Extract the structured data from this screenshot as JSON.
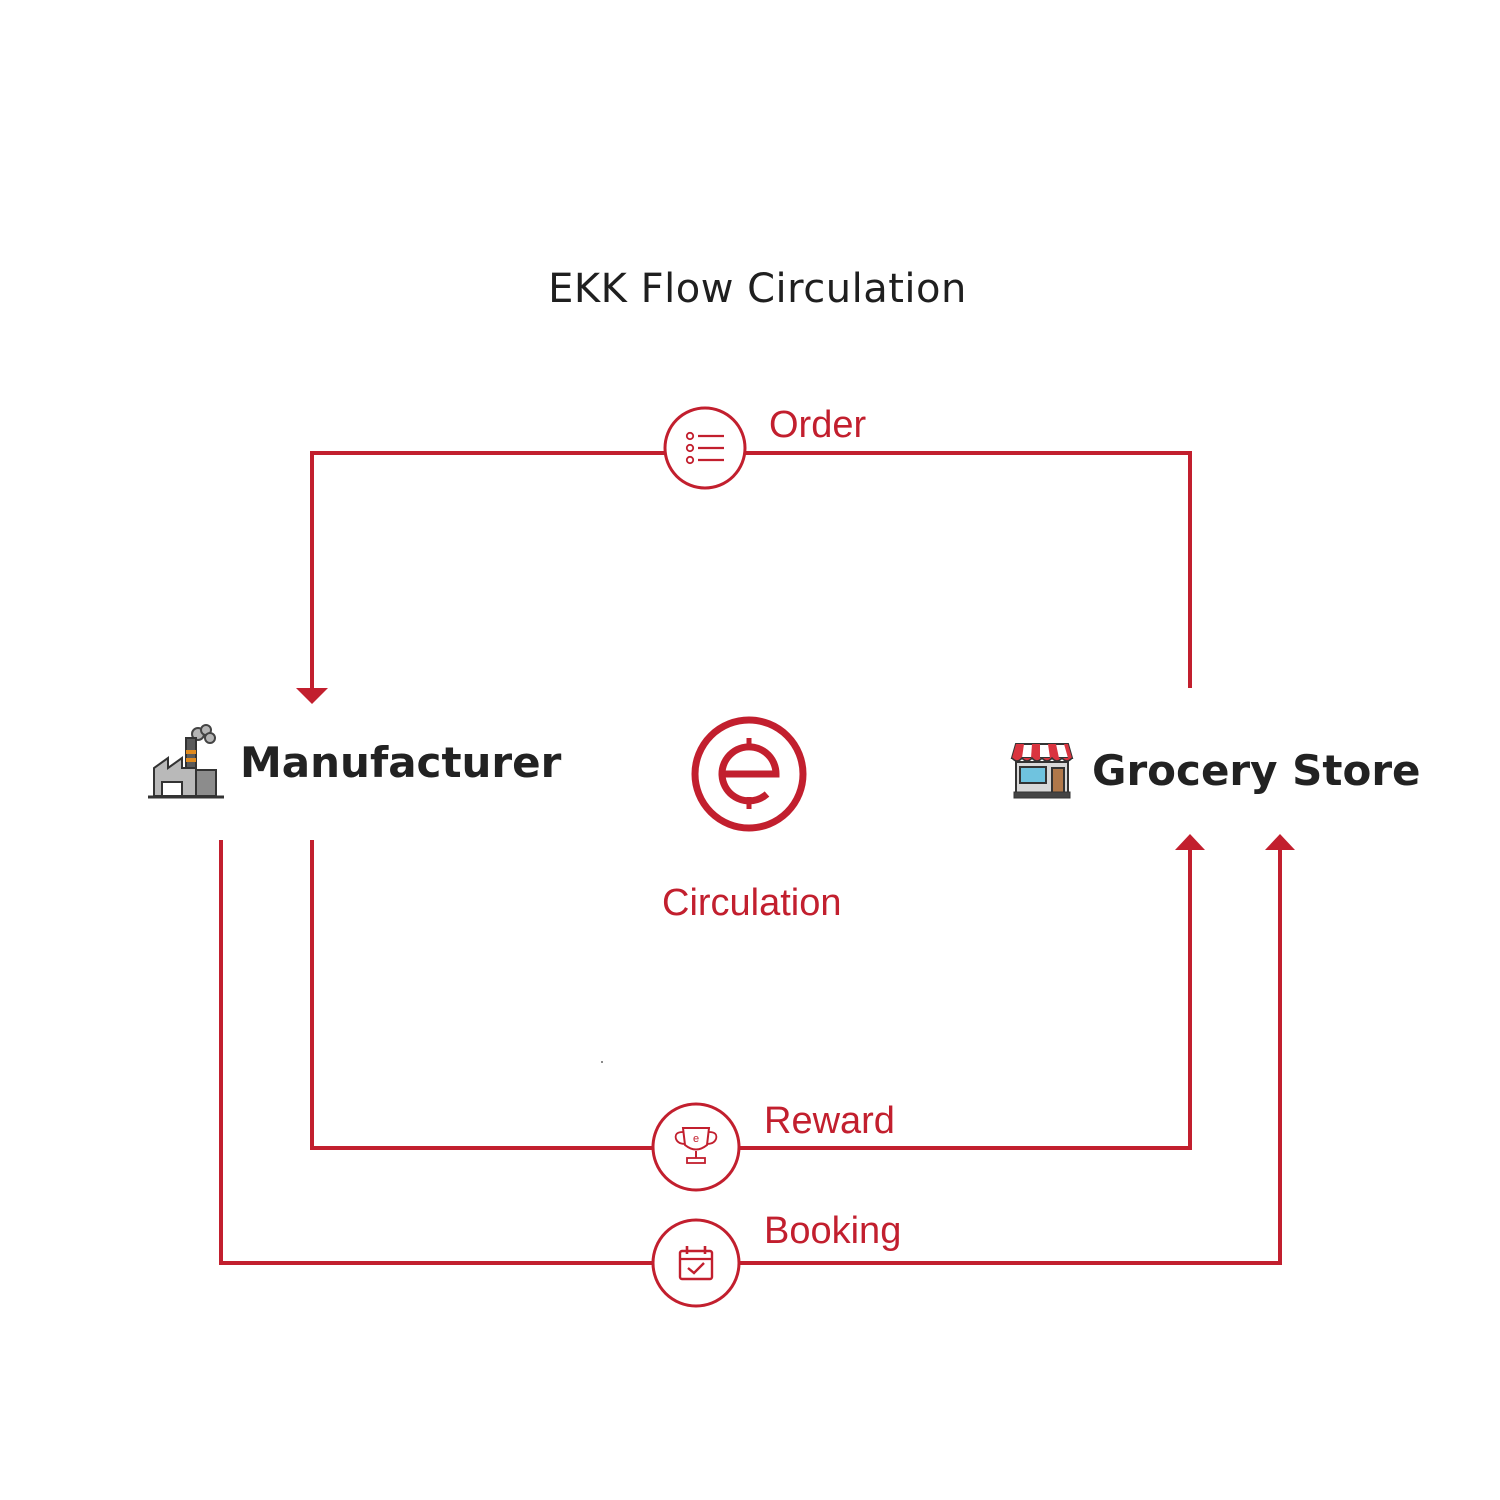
{
  "title": "EKK Flow Circulation",
  "colors": {
    "accent": "#c21f2e",
    "text": "#222222",
    "background": "#ffffff"
  },
  "center": {
    "label": "Circulation",
    "icon": "ekk-coin-icon"
  },
  "nodes": [
    {
      "id": "manufacturer",
      "label": "Manufacturer",
      "icon": "factory-icon"
    },
    {
      "id": "grocery_store",
      "label": "Grocery Store",
      "icon": "store-icon"
    }
  ],
  "flows": [
    {
      "id": "order",
      "label": "Order",
      "from": "Grocery Store",
      "to": "Manufacturer",
      "icon": "list-icon"
    },
    {
      "id": "reward",
      "label": "Reward",
      "from": "Manufacturer",
      "to": "Grocery Store",
      "icon": "trophy-icon"
    },
    {
      "id": "booking",
      "label": "Booking",
      "from": "Manufacturer",
      "to": "Grocery Store",
      "icon": "calendar-check-icon"
    }
  ]
}
